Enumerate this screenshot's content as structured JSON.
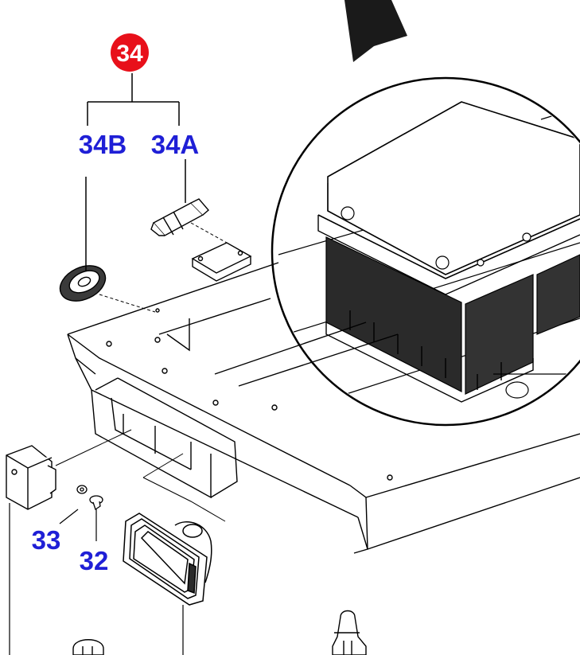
{
  "diagram": {
    "callouts": {
      "main": "34",
      "sub_a": "34A",
      "sub_b": "34B",
      "part_33": "33",
      "part_32": "32"
    },
    "colors": {
      "label": "#1f1fd6",
      "badge": "#e8101a",
      "badge_text": "#ffffff",
      "line": "#000000",
      "shadow": "#2a2a2a"
    }
  }
}
